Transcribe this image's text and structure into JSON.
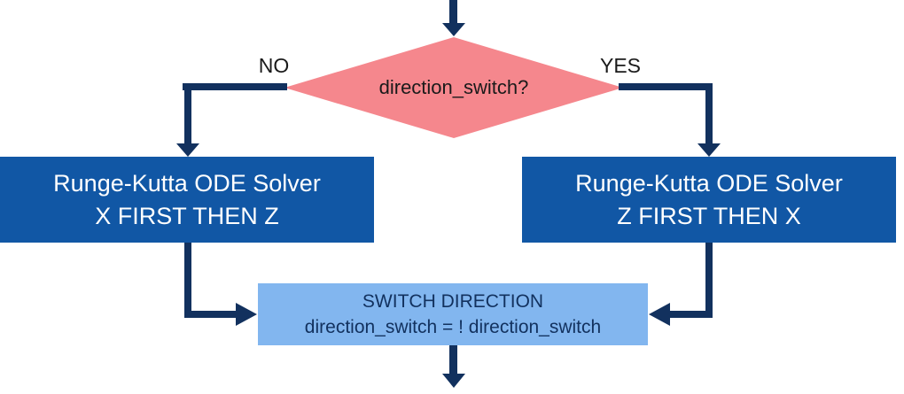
{
  "diagram": {
    "type": "flowchart",
    "decision": {
      "label": "direction_switch?"
    },
    "branches": {
      "no": "NO",
      "yes": "YES"
    },
    "solver_no": {
      "line1": "Runge-Kutta ODE Solver",
      "line2": "X FIRST THEN Z"
    },
    "solver_yes": {
      "line1": "Runge-Kutta ODE Solver",
      "line2": "Z FIRST THEN X"
    },
    "switch": {
      "line1": "SWITCH DIRECTION",
      "line2": "direction_switch = ! direction_switch"
    },
    "colors": {
      "arrow": "#12315E",
      "decision_fill": "#F5878D",
      "solver_fill": "#1157A5",
      "solver_text": "#FFFFFF",
      "switch_fill": "#82B6EF",
      "switch_text": "#12315E",
      "label_text": "#1A1A1A"
    }
  }
}
